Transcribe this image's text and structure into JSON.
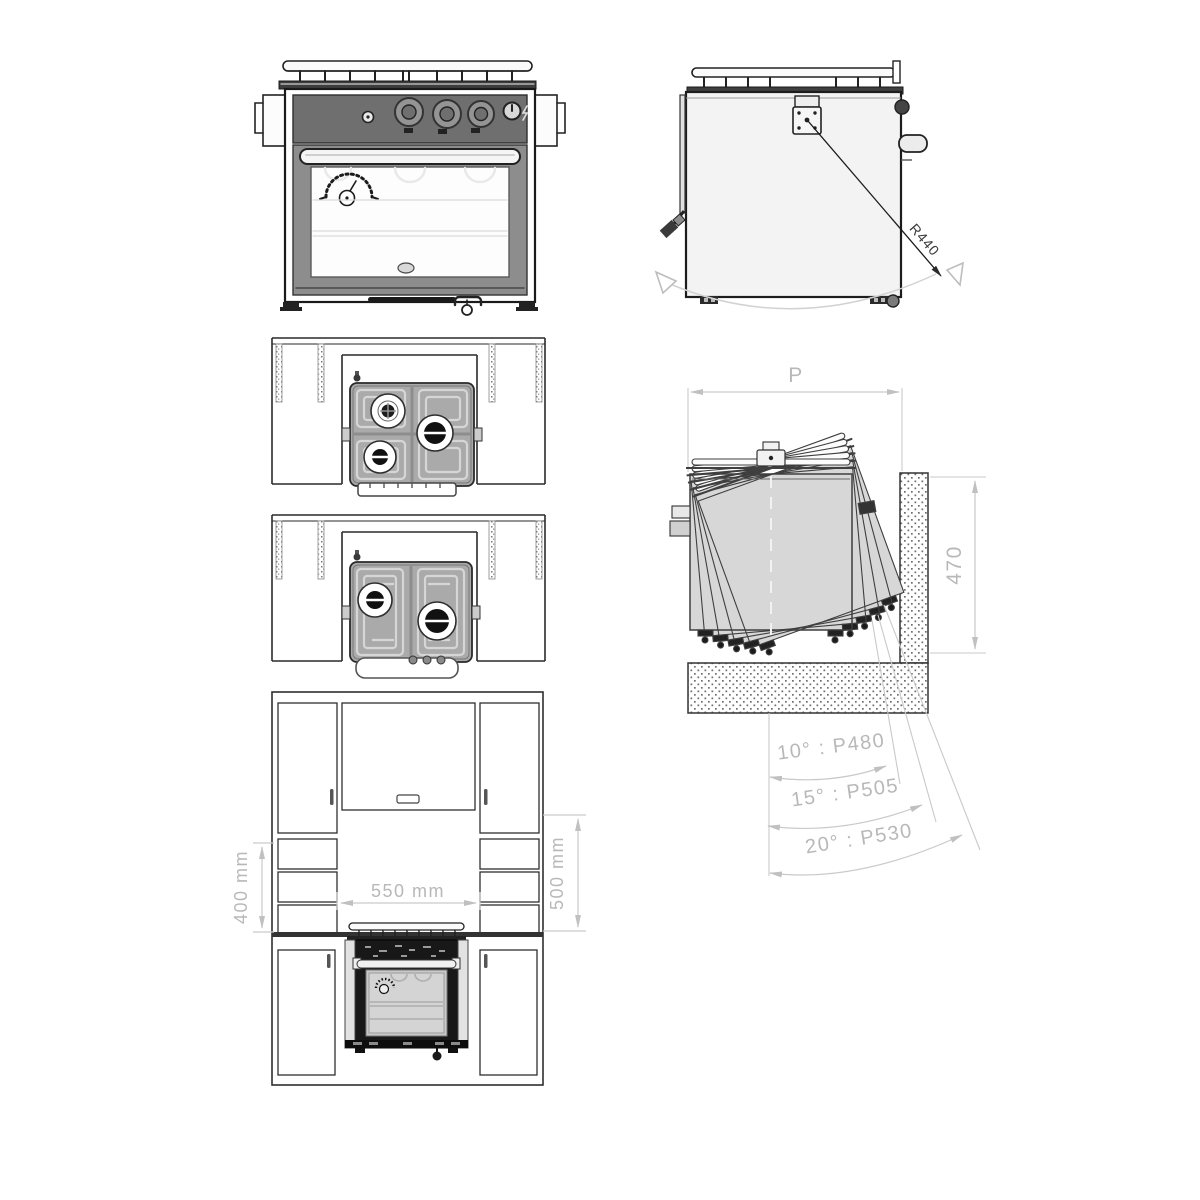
{
  "colors": {
    "line_dark": "#2a2a2a",
    "dimension_gray": "#b8b8b8",
    "annotation_line_gray": "#c9c9c9",
    "control_panel_gray": "#6f6f6f",
    "oven_door_gray": "#8d8d8d",
    "cooktop_gray": "#aaaaaa",
    "gimbal_body_gray": "#d7d7d7"
  },
  "views": {
    "side_view": {
      "swing_radius": "R440"
    },
    "gimbal": {
      "depth": "P",
      "height": "470",
      "tilts": [
        "10° : P480",
        "15° : P505",
        "20° : P530"
      ]
    },
    "installation": {
      "cutout_width": "550 mm",
      "left_clearance": "400 mm",
      "right_clearance": "500 mm"
    }
  }
}
